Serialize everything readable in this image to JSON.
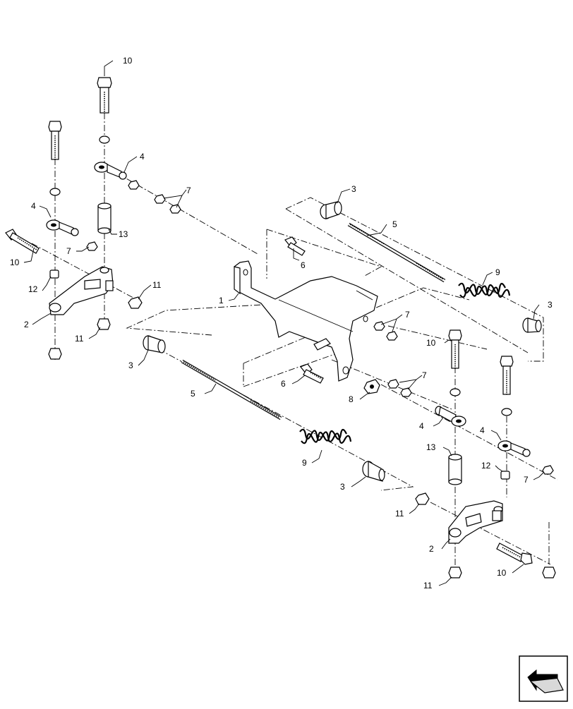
{
  "callouts": {
    "c1": "1",
    "c2a": "2",
    "c2b": "2",
    "c3a": "3",
    "c3b": "3",
    "c3c": "3",
    "c3d": "3",
    "c4a": "4",
    "c4b": "4",
    "c4c": "4",
    "c4d": "4",
    "c5a": "5",
    "c5b": "5",
    "c6a": "6",
    "c6b": "6",
    "c7a": "7",
    "c7b": "7",
    "c7c": "7",
    "c7d": "7",
    "c7e": "7",
    "c8": "8",
    "c9a": "9",
    "c9b": "9",
    "c10a": "10",
    "c10b": "10",
    "c10c": "10",
    "c10d": "10",
    "c11a": "11",
    "c11b": "11",
    "c11c": "11",
    "c11d": "11",
    "c12a": "12",
    "c12b": "12",
    "c13a": "13",
    "c13b": "13"
  },
  "icons": {
    "nav": "view-direction-arrow-icon"
  }
}
